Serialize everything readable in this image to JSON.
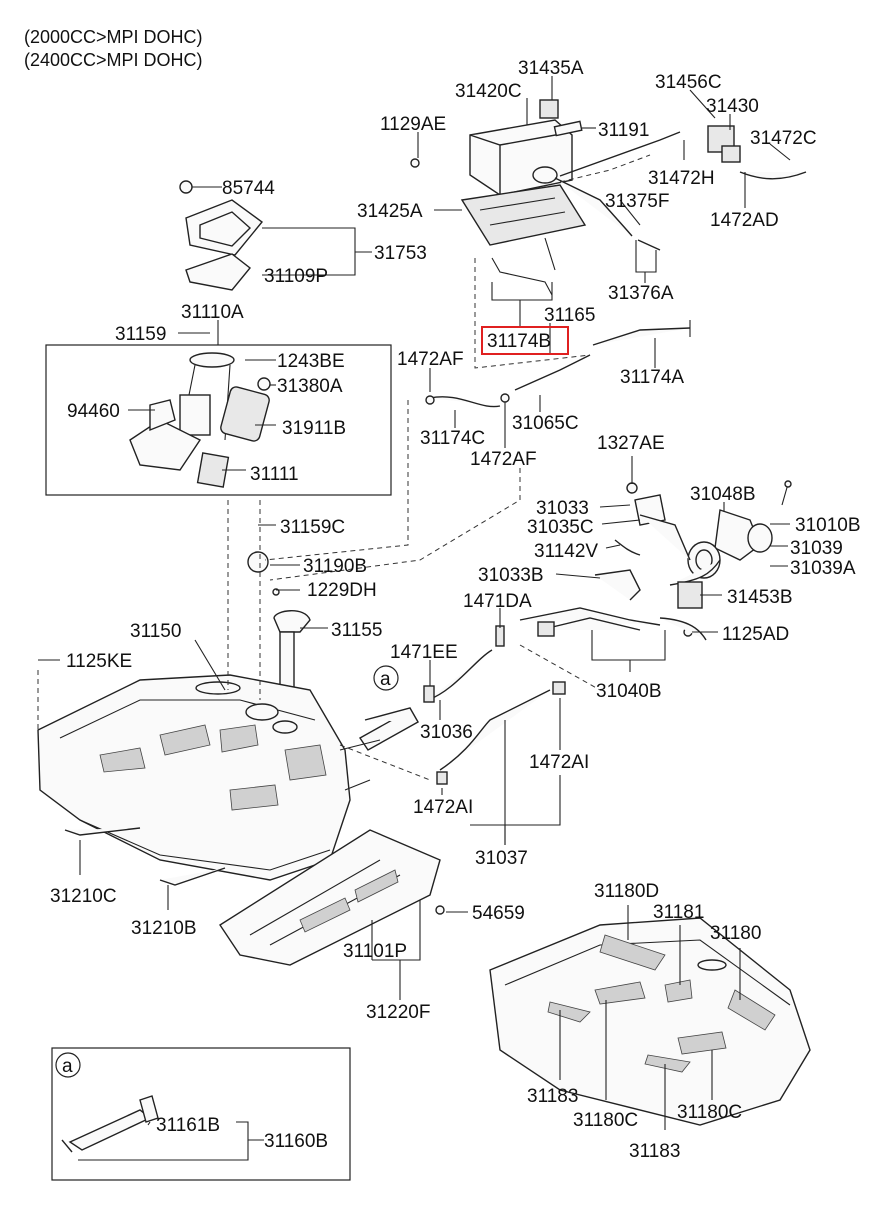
{
  "header": {
    "line1": "(2000CC>MPI DOHC)",
    "line2": "(2400CC>MPI DOHC)"
  },
  "highlighted_part": "31174B",
  "callouts": {
    "p31435A": "31435A",
    "p31420C": "31420C",
    "p31456C": "31456C",
    "p1129AE": "1129AE",
    "p31430": "31430",
    "p31191": "31191",
    "p31472C": "31472C",
    "p31472H": "31472H",
    "p85744": "85744",
    "p31375F": "31375F",
    "p31425A": "31425A",
    "p1472AD": "1472AD",
    "p31753": "31753",
    "p31109P": "31109P",
    "p31376A": "31376A",
    "p31110A": "31110A",
    "p31165": "31165",
    "p31159": "31159",
    "p31174B": "31174B",
    "p1243BE": "1243BE",
    "p1472AF_a": "1472AF",
    "p31174A": "31174A",
    "p31380A": "31380A",
    "p94460": "94460",
    "p31065C": "31065C",
    "p31911B": "31911B",
    "p31174C": "31174C",
    "p1327AE": "1327AE",
    "p1472AF_b": "1472AF",
    "p31111": "31111",
    "p31048B": "31048B",
    "p31033": "31033",
    "p31010B": "31010B",
    "p31159C": "31159C",
    "p31035C": "31035C",
    "p31039": "31039",
    "p31142V": "31142V",
    "p31039A": "31039A",
    "p31190B": "31190B",
    "p31033B": "31033B",
    "p1229DH": "1229DH",
    "p31453B": "31453B",
    "p1471DA": "1471DA",
    "p31150": "31150",
    "p31155": "31155",
    "p1125AD": "1125AD",
    "p1125KE": "1125KE",
    "p1471EE": "1471EE",
    "p31040B": "31040B",
    "p31036": "31036",
    "p1472AI_a": "1472AI",
    "p1472AI_b": "1472AI",
    "p31037": "31037",
    "p31210C": "31210C",
    "p31180D": "31180D",
    "p31181": "31181",
    "p54659": "54659",
    "p31210B": "31210B",
    "p31180": "31180",
    "p31101P": "31101P",
    "p31220F": "31220F",
    "p31183_a": "31183",
    "p31180C_a": "31180C",
    "p31180C_b": "31180C",
    "p31183_b": "31183",
    "p31161B": "31161B",
    "p31160B": "31160B"
  },
  "detail_markers": {
    "main": "a",
    "inset": "a"
  }
}
